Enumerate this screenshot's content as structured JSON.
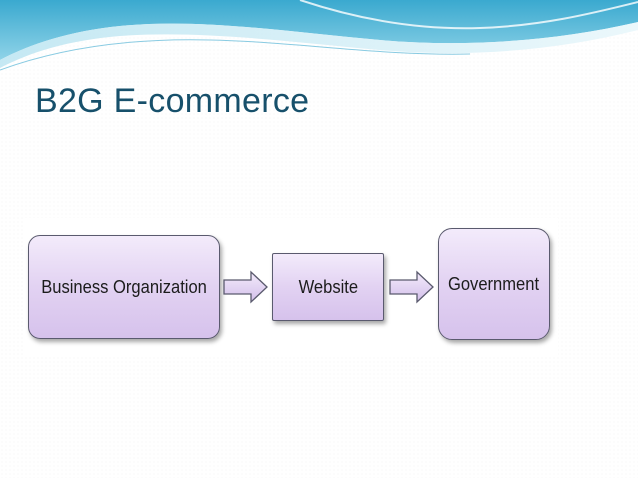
{
  "slide": {
    "title": "B2G E-commerce"
  },
  "diagram": {
    "nodes": [
      {
        "id": "business",
        "label": "Business Organization"
      },
      {
        "id": "website",
        "label": "Website"
      },
      {
        "id": "government",
        "label": "Government"
      }
    ],
    "edges": [
      {
        "from": "business",
        "to": "website"
      },
      {
        "from": "website",
        "to": "government"
      }
    ],
    "colors": {
      "node_fill_top": "#f3ebfb",
      "node_fill_bottom": "#d6c2ec",
      "node_border": "#5a5a6e",
      "title_color": "#17506b",
      "header_wave": "#4fb8d6"
    }
  }
}
